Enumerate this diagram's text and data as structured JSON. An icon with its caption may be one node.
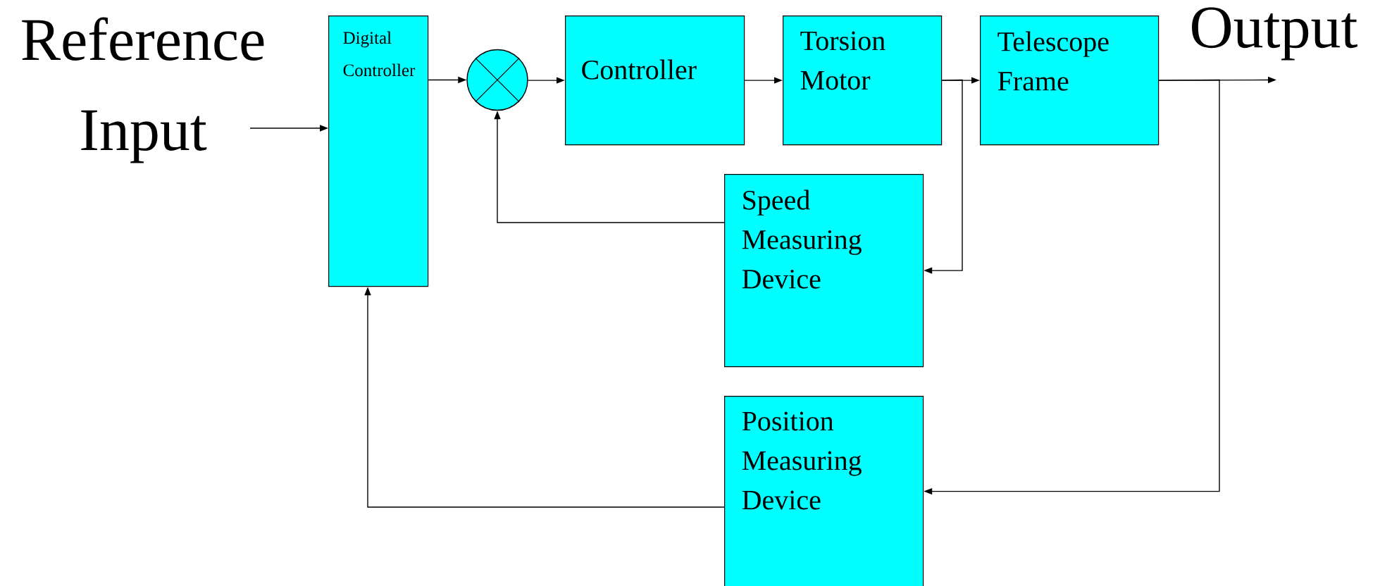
{
  "diagram": {
    "nodes": [
      {
        "text": [
          "Reference Input"
        ]
      },
      {
        "text": [
          "Digital Controller"
        ]
      },
      {
        "text": [],
        "shape": "circle"
      },
      {
        "text": [
          "Controller"
        ]
      },
      {
        "text": [
          "Torsion Motor"
        ]
      },
      {
        "text": [
          "Telescope Frame"
        ]
      },
      {
        "text": [
          "Output"
        ]
      },
      {
        "text": [
          "Speed Measuring Device"
        ]
      },
      {
        "text": [
          "Position Measuring Device"
        ]
      }
    ],
    "edges": [
      {
        "from": 0,
        "to": 1,
        "arrow": "to"
      },
      {
        "from": 1,
        "to": 2,
        "arrow": "to"
      },
      {
        "from": 2,
        "to": 3,
        "arrow": "to"
      },
      {
        "from": 3,
        "to": 4,
        "arrow": "to"
      },
      {
        "from": 4,
        "to": 5,
        "arrow": "to"
      },
      {
        "from": 5,
        "to": 6,
        "arrow": "to"
      },
      {
        "from": 4,
        "to": 7,
        "arrow": "to"
      },
      {
        "from": 7,
        "to": 2,
        "arrow": "to"
      },
      {
        "from": 5,
        "to": 8,
        "arrow": "to"
      },
      {
        "from": 8,
        "to": 1,
        "arrow": "to"
      }
    ]
  }
}
